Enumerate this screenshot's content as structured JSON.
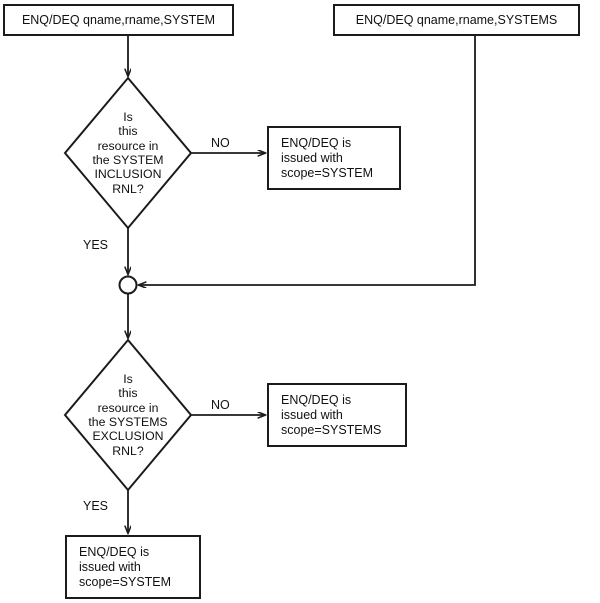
{
  "diagram": {
    "title": "ENQ/DEQ scope resolution flowchart",
    "background": "#ffffff",
    "stroke_color": "#1b1b1b",
    "text_color": "#111111",
    "nodes": {
      "start_system": {
        "type": "process",
        "text": "ENQ/DEQ qname,rname,SYSTEM"
      },
      "start_systems": {
        "type": "process",
        "text": "ENQ/DEQ qname,rname,SYSTEMS"
      },
      "decision_inclusion": {
        "type": "decision",
        "text": "Is\nthis\nresource in\nthe SYSTEM\nINCLUSION\nRNL?"
      },
      "issue_system_1": {
        "type": "process",
        "text": "ENQ/DEQ is\nissued with\nscope=SYSTEM"
      },
      "merge_connector": {
        "type": "connector",
        "text": ""
      },
      "decision_exclusion": {
        "type": "decision",
        "text": "Is\nthis\nresource in\nthe SYSTEMS\nEXCLUSION\nRNL?"
      },
      "issue_systems": {
        "type": "process",
        "text": "ENQ/DEQ is\nissued with\nscope=SYSTEMS"
      },
      "issue_system_2": {
        "type": "process",
        "text": "ENQ/DEQ is\nissued with\nscope=SYSTEM"
      }
    },
    "edge_labels": {
      "inclusion_no": "NO",
      "inclusion_yes": "YES",
      "exclusion_no": "NO",
      "exclusion_yes": "YES"
    }
  }
}
